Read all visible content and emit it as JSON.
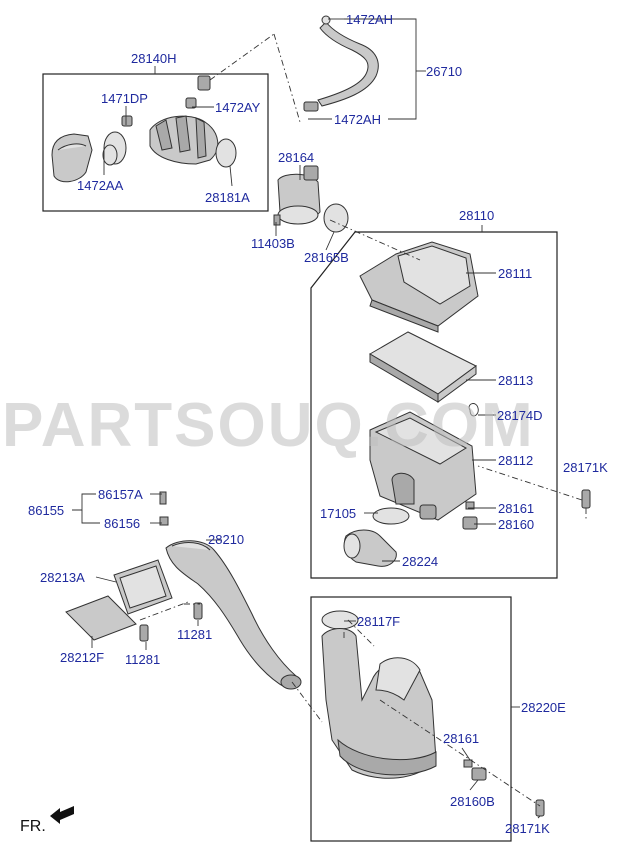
{
  "watermark": "PARTSOUQ.COM",
  "direction_label": "FR.",
  "callouts": {
    "c14720AH_top": "1472AH",
    "c26710": "26710",
    "c1472AH_bottom": "1472AH",
    "c28140H": "28140H",
    "c1471DP": "1471DP",
    "c1472AY": "1472AY",
    "c1472AA": "1472AA",
    "c28181A": "28181A",
    "c28164": "28164",
    "c11403B": "11403B",
    "c28165B": "28165B",
    "c28110": "28110",
    "c28111": "28111",
    "c28113": "28113",
    "c28174D": "28174D",
    "c28112": "28112",
    "c28171K_top": "28171K",
    "c17105": "17105",
    "c28161_top": "28161",
    "c28160": "28160",
    "c28224": "28224",
    "c86155": "86155",
    "c86157A": "86157A",
    "c86156": "86156",
    "c28210": "28210",
    "c28213A": "28213A",
    "c11281_a": "11281",
    "c28212F": "28212F",
    "c11281_b": "11281",
    "c28117F": "28117F",
    "c28220E": "28220E",
    "c28161_bottom": "28161",
    "c28160B": "28160B",
    "c28171K_bottom": "28171K"
  }
}
